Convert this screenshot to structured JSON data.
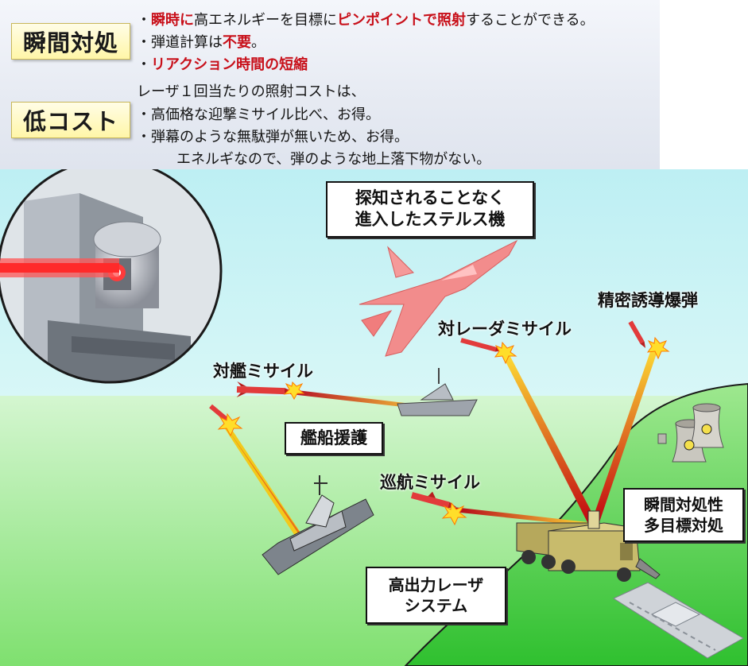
{
  "panel": {
    "tag_instant": "瞬間対処",
    "tag_lowcost": "低コスト",
    "instant_lines": [
      {
        "pre": "・",
        "r1": "瞬時に",
        "m1": "高エネルギーを目標に",
        "r2": "ピンポイントで照射",
        "post": "することができる。"
      },
      {
        "pre": "・弾道計算は",
        "r1": "不要",
        "post": "。"
      },
      {
        "pre": "・",
        "r1": "リアクション時間の短縮"
      }
    ],
    "cost_intro": "レーザ１回当たりの照射コストは、",
    "cost_lines": [
      "・高価格な迎撃ミサイル比べ、お得。",
      "・弾幕のような無駄弾が無いため、お得。",
      "エネルギなので、弾のような地上落下物がない。"
    ]
  },
  "labels": {
    "stealth": [
      "探知されることなく",
      "進入したステルス機"
    ],
    "precision_bomb": "精密誘導爆弾",
    "anti_radar_missile": "対レーダミサイル",
    "anti_ship_missile": "対艦ミサイル",
    "ship_protection": "艦船援護",
    "cruise_missile": "巡航ミサイル",
    "instant_multi": [
      "瞬間対処性",
      "多目標対処"
    ],
    "laser_system": [
      "高出力レーザ",
      "システム"
    ]
  },
  "colors": {
    "sky": "#c9f3f6",
    "ground": "#bff0b0",
    "hill": "#4fd04f",
    "laser": "#ffd21e",
    "aircraft": "#f08a8a",
    "accent_red": "#c8101a"
  }
}
